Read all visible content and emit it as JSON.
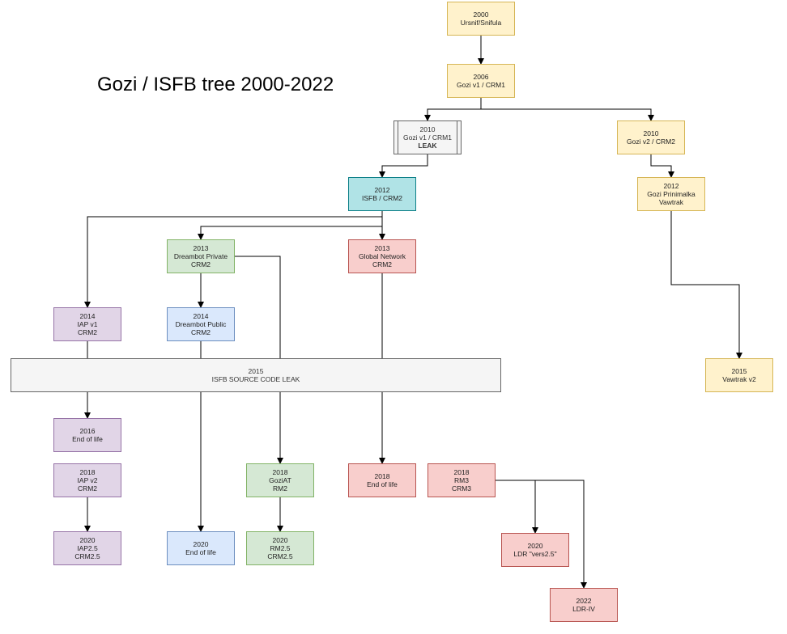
{
  "title": "Gozi / ISFB tree 2000-2022",
  "nodes": {
    "n2000": {
      "year": "2000",
      "label": "Ursnif/Snifula"
    },
    "n2006": {
      "year": "2006",
      "label": "Gozi v1 / CRM1"
    },
    "n2010leak": {
      "year": "2010",
      "label": "Gozi v1 / CRM1",
      "extra": "LEAK"
    },
    "n2010v2": {
      "year": "2010",
      "label": "Gozi v2 / CRM2"
    },
    "n2012isfb": {
      "year": "2012",
      "label": "ISFB / CRM2"
    },
    "n2012prin": {
      "year": "2012",
      "label": "Gozi Prinimalka",
      "extra": "Vawtrak"
    },
    "n2013dream": {
      "year": "2013",
      "label": "Dreambot Private",
      "extra": "CRM2"
    },
    "n2013global": {
      "year": "2013",
      "label": "Global Network",
      "extra": "CRM2"
    },
    "n2014iap": {
      "year": "2014",
      "label": "IAP v1",
      "extra": "CRM2"
    },
    "n2014dreampub": {
      "year": "2014",
      "label": "Dreambot Public",
      "extra": "CRM2"
    },
    "n2015leak": {
      "year": "2015",
      "label": "ISFB SOURCE CODE LEAK"
    },
    "n2015vaw": {
      "year": "2015",
      "label": "Vawtrak v2"
    },
    "n2016eol": {
      "year": "2016",
      "label": "End of life"
    },
    "n2018iap": {
      "year": "2018",
      "label": "IAP v2",
      "extra": "CRM2"
    },
    "n2018goziat": {
      "year": "2018",
      "label": "GoziAT",
      "extra": "RM2"
    },
    "n2018eol": {
      "year": "2018",
      "label": "End of life"
    },
    "n2018rm3": {
      "year": "2018",
      "label": "RM3",
      "extra": "CRM3"
    },
    "n2020iap": {
      "year": "2020",
      "label": "IAP2.5",
      "extra": "CRM2.5"
    },
    "n2020eol": {
      "year": "2020",
      "label": "End of life"
    },
    "n2020rm": {
      "year": "2020",
      "label": "RM2.5",
      "extra": "CRM2.5"
    },
    "n2020ldr": {
      "year": "2020",
      "label": "LDR \"vers2.5\""
    },
    "n2022ldr": {
      "year": "2022",
      "label": "LDR-IV"
    }
  },
  "colors": {
    "yellow": "#fff2cc",
    "gray": "#f5f5f5",
    "teal": "#b0e3e6",
    "green": "#d5e8d4",
    "red": "#f8cecc",
    "purple": "#e1d5e7",
    "blue": "#dae8fc",
    "line": "#000000"
  }
}
